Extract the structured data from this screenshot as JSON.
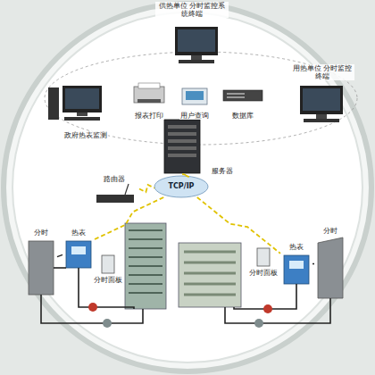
{
  "diagram": {
    "nodes": [
      {
        "text": [
          "供热单位 分时监控系统终端"
        ]
      },
      {
        "text": [
          "用热单位 分时监控终端"
        ]
      },
      {
        "text": [
          "政府热表监测"
        ]
      },
      {
        "text": [
          "报表打印"
        ]
      },
      {
        "text": [
          "用户查询"
        ]
      },
      {
        "text": [
          "数据库"
        ]
      },
      {
        "text": [
          "服务器"
        ]
      },
      {
        "text": [
          "TCP/IP"
        ]
      },
      {
        "text": [
          "路由器"
        ]
      },
      {
        "text": [
          "分时"
        ]
      },
      {
        "text": [
          "热表"
        ]
      },
      {
        "text": [
          "分时面板"
        ]
      },
      {
        "text": [
          "分时面板"
        ]
      },
      {
        "text": [
          "热表"
        ]
      },
      {
        "text": [
          "分时"
        ]
      }
    ],
    "edges": [
      {
        "from": 6,
        "to": 7,
        "arrow": "none"
      },
      {
        "from": 8,
        "to": 7,
        "arrow": "none"
      },
      {
        "from": 7,
        "to": 10,
        "arrow": "none"
      },
      {
        "from": 7,
        "to": 13,
        "arrow": "none"
      },
      {
        "from": 9,
        "to": 10,
        "arrow": "none"
      },
      {
        "from": 13,
        "to": 14,
        "arrow": "none"
      }
    ]
  }
}
